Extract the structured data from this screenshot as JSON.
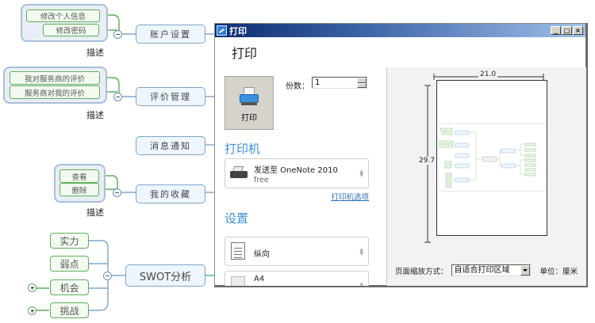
{
  "mindmap": {
    "caption": "描述",
    "branches": [
      {
        "label": "账户设置",
        "children": [
          "修改个人信息",
          "修改密码"
        ],
        "grouped": true
      },
      {
        "label": "评价管理",
        "children": [
          "我对服务商的评价",
          "服务商对我的评价"
        ],
        "grouped": true
      },
      {
        "label": "消息通知",
        "children": []
      },
      {
        "label": "我的收藏",
        "children": [
          "查看",
          "删除"
        ],
        "grouped": true
      },
      {
        "label": "SWOT分析",
        "children": [
          "实力",
          "弱点",
          "机会",
          "挑战"
        ],
        "expandable_children": [
          "机会",
          "挑战"
        ]
      }
    ]
  },
  "window": {
    "title": "打印",
    "controls": {
      "minimize": "_",
      "maximize": "□",
      "close": "×"
    },
    "heading": "打印",
    "print_button_label": "打印",
    "copies_label": "份数：",
    "copies_value": "1",
    "printer_section": "打印机",
    "printer": {
      "name": "发送至 OneNote 2010",
      "status": "free"
    },
    "printer_options_link": "打印机选项",
    "settings_section": "设置",
    "orientation": "纵向",
    "paper_size": "A4",
    "preview": {
      "width_label": "21.0",
      "height_label": "29.7",
      "scale_label": "页面缩放方式：",
      "scale_value": "自适合打印区域",
      "unit_label": "单位：厘米"
    }
  },
  "colors": {
    "titlebar_start": "#0b2a6e",
    "titlebar_end": "#9fc0e8",
    "section_blue": "#3d8fd8",
    "node_border_blue": "#7ea6cc",
    "leaf_border_green": "#5fae5a"
  }
}
